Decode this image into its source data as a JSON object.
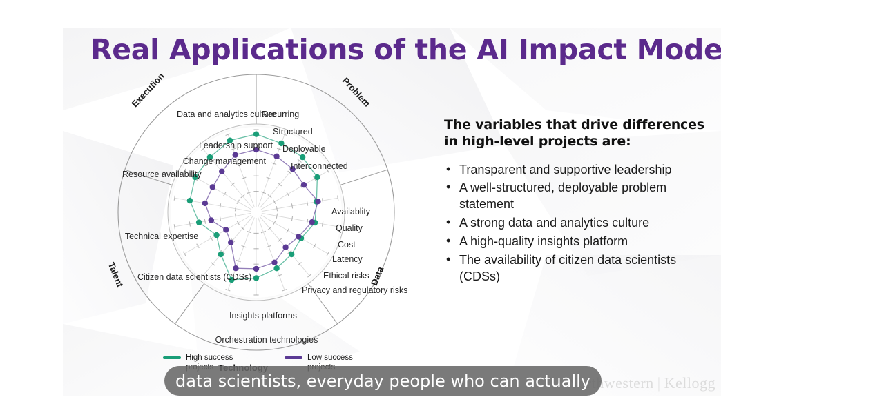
{
  "slide": {
    "title": "Real Applications of the AI Impact Model",
    "title_color": "#5b2a8c",
    "background": "#ffffff"
  },
  "brand": {
    "logo_left": "Northwestern",
    "logo_divider": "|",
    "logo_right": "Kellogg"
  },
  "caption": {
    "text": "data scientists, everyday people who can actually"
  },
  "panel": {
    "heading": "The variables that drive differences in high-level projects are:",
    "bullets": [
      "Transparent and supportive leadership",
      "A well-structured, deployable problem statement",
      "A strong data and analytics culture",
      "A high-quality insights platform",
      "The availability of citizen data scientists (CDSs)"
    ]
  },
  "legend": {
    "items": [
      {
        "label": "High success projects",
        "color": "#1a9e78"
      },
      {
        "label": "Low success projects",
        "color": "#5b3a94"
      }
    ]
  },
  "chart_data": {
    "type": "radar",
    "title": "AI Impact Model",
    "sectors": [
      {
        "name": "Problem",
        "axes": [
          "Recurring",
          "Structured",
          "Deployable",
          "Interconnected"
        ]
      },
      {
        "name": "Data",
        "axes": [
          "Availablity",
          "Quality",
          "Cost",
          "Latency",
          "Ethical risks",
          "Privacy and regulatory risks"
        ]
      },
      {
        "name": "Technology",
        "axes": [
          "Insights platforms",
          "Orchestration technologies"
        ]
      },
      {
        "name": "Talent",
        "axes": [
          "Citizen data scientists (CDSs)",
          "Technical expertise"
        ]
      },
      {
        "name": "Execution",
        "axes": [
          "Resource availability",
          "Change management",
          "Leadership support",
          "Data and analytics culture"
        ]
      }
    ],
    "categories": [
      "Recurring",
      "Structured",
      "Deployable",
      "Interconnected",
      "Availablity",
      "Quality",
      "Cost",
      "Latency",
      "Ethical risks",
      "Privacy and regulatory risks",
      "Insights platforms",
      "Orchestration technologies",
      "Citizen data scientists (CDSs)",
      "Technical expertise",
      "Resource availability",
      "Change management",
      "Leadership support",
      "Data and analytics culture"
    ],
    "rlim": [
      0,
      5
    ],
    "rticks": [
      1,
      2,
      3,
      4,
      5
    ],
    "grid": true,
    "legend_position": "bottom-left",
    "series": [
      {
        "name": "High success projects",
        "color": "#1a9e78",
        "values": [
          4.7,
          4.4,
          4.3,
          4.2,
          3.6,
          3.5,
          3.0,
          3.2,
          3.5,
          3.9,
          4.3,
          3.2,
          2.6,
          3.4,
          4.0,
          4.2,
          4.3,
          4.6
        ]
      },
      {
        "name": "Low success projects",
        "color": "#5b3a94",
        "values": [
          3.7,
          3.5,
          3.3,
          3.2,
          3.7,
          3.3,
          2.8,
          2.6,
          3.1,
          3.3,
          3.5,
          2.2,
          1.9,
          2.6,
          3.0,
          2.9,
          3.1,
          3.6
        ]
      }
    ]
  }
}
